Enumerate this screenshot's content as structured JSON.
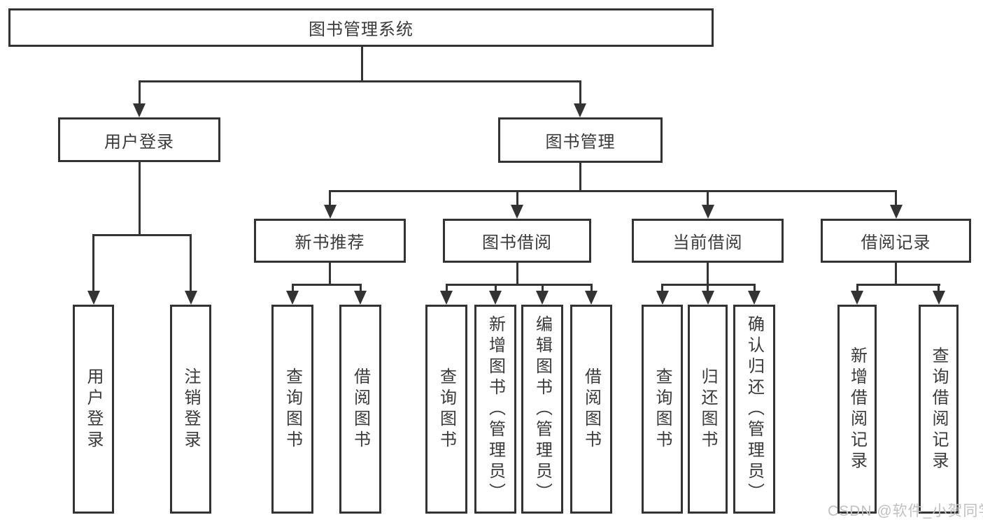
{
  "diagram": {
    "root": {
      "label": "图书管理系统"
    },
    "branches": [
      {
        "label": "用户登录",
        "children": [
          {
            "label": "用户登录"
          },
          {
            "label": "注销登录"
          }
        ]
      },
      {
        "label": "图书管理",
        "sections": [
          {
            "label": "新书推荐",
            "children": [
              {
                "label": "查询图书"
              },
              {
                "label": "借阅图书"
              }
            ]
          },
          {
            "label": "图书借阅",
            "children": [
              {
                "label": "查询图书"
              },
              {
                "label": "新增图书（管理员）"
              },
              {
                "label": "编辑图书（管理员）"
              },
              {
                "label": "借阅图书"
              }
            ]
          },
          {
            "label": "当前借阅",
            "children": [
              {
                "label": "查询图书"
              },
              {
                "label": "归还图书"
              },
              {
                "label": "确认归还（管理员）"
              }
            ]
          },
          {
            "label": "借阅记录",
            "children": [
              {
                "label": "新增借阅记录"
              },
              {
                "label": "查询借阅记录"
              }
            ]
          }
        ]
      }
    ]
  },
  "watermark": "CSDN @软件_小贺同学",
  "colors": {
    "line": "#333333",
    "text": "#3a3a3a",
    "watermark": "#c1c1c1",
    "background": "#ffffff"
  }
}
